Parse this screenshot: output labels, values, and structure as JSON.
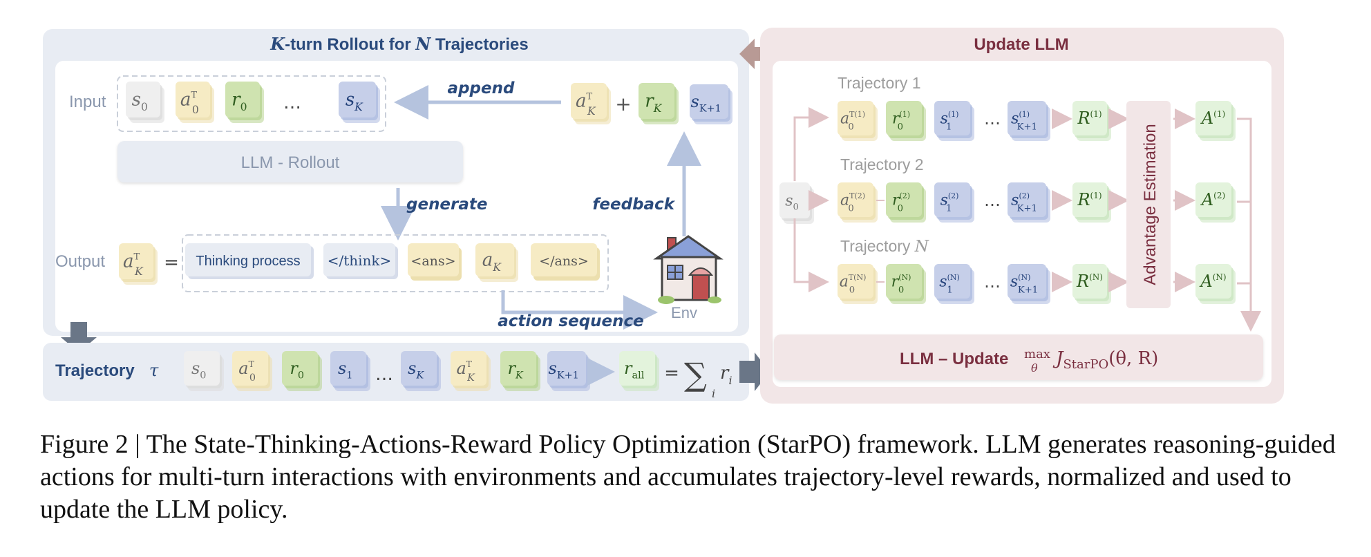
{
  "left_panel": {
    "title_var_k": "K",
    "title_mid": "-turn Rollout for ",
    "title_var_n": "N",
    "title_end": " Trajectories",
    "input_label": "Input",
    "output_label": "Output",
    "append_label": "append",
    "generate_label": "generate",
    "feedback_label": "feedback",
    "action_sequence_label": "action sequence",
    "llm_rollout_label": "LLM - Rollout",
    "env_label": "Env",
    "plus": "+",
    "ellipsis": "…",
    "equals": "=",
    "input_tokens": {
      "s0": {
        "base": "s",
        "sub": "0"
      },
      "a0T": {
        "base": "a",
        "sub": "0",
        "sup": "T"
      },
      "r0": {
        "base": "r",
        "sub": "0"
      },
      "sK": {
        "base": "s",
        "sub": "K"
      }
    },
    "feedback_tokens": {
      "aKT": {
        "base": "a",
        "sub": "K",
        "sup": "T"
      },
      "rK": {
        "base": "r",
        "sub": "K"
      },
      "sK1": {
        "base": "s",
        "sub": "K+1"
      }
    },
    "output_tokens": {
      "aKT": {
        "base": "a",
        "sub": "K",
        "sup": "T"
      },
      "thinking": "Thinking process",
      "close_think": "</think>",
      "open_ans": "<ans>",
      "aK": {
        "base": "a",
        "sub": "K"
      },
      "close_ans": "</ans>"
    }
  },
  "trajectory_row": {
    "label": "Trajectory",
    "tau": "τ",
    "tokens": {
      "s0": {
        "base": "s",
        "sub": "0"
      },
      "a0T": {
        "base": "a",
        "sub": "0",
        "sup": "T"
      },
      "r0": {
        "base": "r",
        "sub": "0"
      },
      "s1": {
        "base": "s",
        "sub": "1"
      },
      "sK": {
        "base": "s",
        "sub": "K"
      },
      "aKT": {
        "base": "a",
        "sub": "K",
        "sup": "T"
      },
      "rK": {
        "base": "r",
        "sub": "K"
      },
      "sK1": {
        "base": "s",
        "sub": "K+1"
      },
      "rall": {
        "base": "r",
        "sub": "all"
      }
    },
    "sum_symbol": "∑",
    "sum_index": "i",
    "sum_term": {
      "base": "r",
      "sub": "i"
    },
    "ellipsis": "…",
    "equals": "="
  },
  "right_panel": {
    "title": "Update LLM",
    "s0": {
      "base": "s",
      "sub": "0"
    },
    "trajectories": [
      {
        "label": "Trajectory 1",
        "a": {
          "base": "a",
          "sub": "0",
          "sup": "T(1)"
        },
        "r": {
          "base": "r",
          "sub": "0",
          "sup": "(1)"
        },
        "s": {
          "base": "s",
          "sub": "1",
          "sup": "(1)"
        },
        "sk": {
          "base": "s",
          "sub": "K+1",
          "sup": "(1)"
        },
        "R": {
          "base": "R",
          "sup": "(1)"
        },
        "A": {
          "base": "A",
          "sup": "(1)"
        }
      },
      {
        "label": "Trajectory 2",
        "a": {
          "base": "a",
          "sub": "0",
          "sup": "T(2)"
        },
        "r": {
          "base": "r",
          "sub": "0",
          "sup": "(2)"
        },
        "s": {
          "base": "s",
          "sub": "1",
          "sup": "(2)"
        },
        "sk": {
          "base": "s",
          "sub": "K+1",
          "sup": "(2)"
        },
        "R": {
          "base": "R",
          "sup": "(1)"
        },
        "A": {
          "base": "A",
          "sup": "(2)"
        }
      },
      {
        "label": "Trajectory ",
        "label_var": "N",
        "a": {
          "base": "a",
          "sub": "0",
          "sup": "T(N)"
        },
        "r": {
          "base": "r",
          "sub": "0",
          "sup": "(N)"
        },
        "s": {
          "base": "s",
          "sub": "1",
          "sup": "(N)"
        },
        "sk": {
          "base": "s",
          "sub": "K+1",
          "sup": "(N)"
        },
        "R": {
          "base": "R",
          "sup": "(N)"
        },
        "A": {
          "base": "A",
          "sup": "(N)"
        }
      }
    ],
    "ellipsis": "…",
    "advantage_label": "Advantage Estimation",
    "update_label": "LLM – Update",
    "max_word": "max",
    "theta": "θ",
    "objective_J": "J",
    "objective_sub": "StarPO",
    "objective_args": "(θ, R)"
  },
  "caption": {
    "figure_label": "Figure 2 | ",
    "text": "The State-Thinking-Actions-Reward Policy Optimization (StarPO) framework. LLM generates reasoning-guided actions for multi-turn interactions with environments and accumulates trajectory-level rewards, normalized and used to update the LLM policy."
  },
  "colors": {
    "left_bg": "#e8ecf3",
    "right_bg": "#f2e6e7",
    "title_blue": "#2a4a7c",
    "title_maroon": "#7a2f40",
    "state_fill": "#c6cfe9",
    "action_fill": "#f6ebc4",
    "reward_fill": "#cfe3b0",
    "return_fill": "#e3f3dc",
    "arrow_blue": "#b5c3de",
    "arrow_pink": "#e0c3c6",
    "dark_arrow": "#6a7687"
  }
}
